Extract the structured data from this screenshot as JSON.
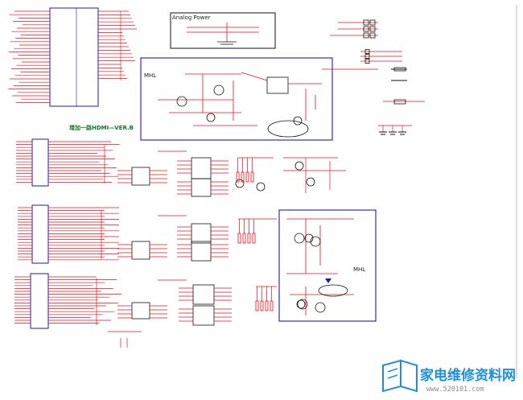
{
  "colors": {
    "background": "#ffffff",
    "wire": "#e8101a",
    "block": "#1c1ca8",
    "label": "#222222",
    "note": "#0c7a2a",
    "watermark": "#1f8fd6",
    "watermark_grey": "#8a8a8a"
  },
  "titles": {
    "analog_power": "Analog Power",
    "mhl_top": "MHL",
    "mhl_bottom": "MHL",
    "hdmi_note": "增加一路HDMI—VER.B"
  },
  "watermark": {
    "text_cn": "家电维修资料网",
    "url": "www.520101.com",
    "logo": "book-logo-icon"
  }
}
